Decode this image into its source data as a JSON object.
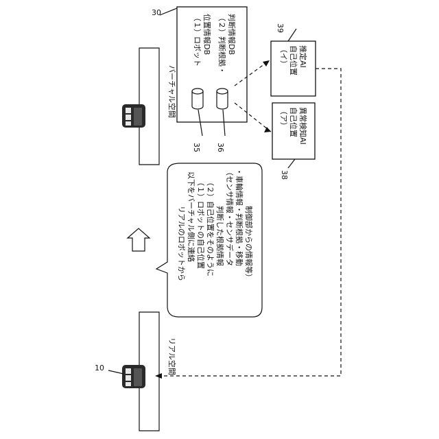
{
  "reference_numerals": {
    "real_robot": "10",
    "virtual_server": "30",
    "db_position": "35",
    "db_judgment": "36",
    "ai_anomaly": "38",
    "ai_estimation": "39"
  },
  "spaces": {
    "virtual_space": "バーチャル空間",
    "real_space": "リアル空間"
  },
  "server_box": {
    "db1_lines": [
      "（１）ロボット",
      "位置情報DB"
    ],
    "db2_lines": [
      "（２）判断根拠・",
      "判断情報DB"
    ]
  },
  "ai_boxes": {
    "estimation": [
      "（イ）",
      "自己位置",
      "推定AI"
    ],
    "anomaly": [
      "（ア）",
      "自己位置",
      "異常検知AI"
    ]
  },
  "callout": {
    "lines": [
      "リアルのロボットから",
      "以下をバーチャル側に連絡",
      "（１）ロボットの自己位置",
      "（２）自己位置をそのように",
      "判断した根拠情報",
      "（センサ情報・センサデータ",
      "・車輪情報・判断根拠・移動",
      "制御部からの情報等）"
    ]
  },
  "colors": {
    "ink": "#111111",
    "background": "#ffffff",
    "robot_body": "#2a2a2a",
    "robot_window": "#e8e8e8"
  }
}
